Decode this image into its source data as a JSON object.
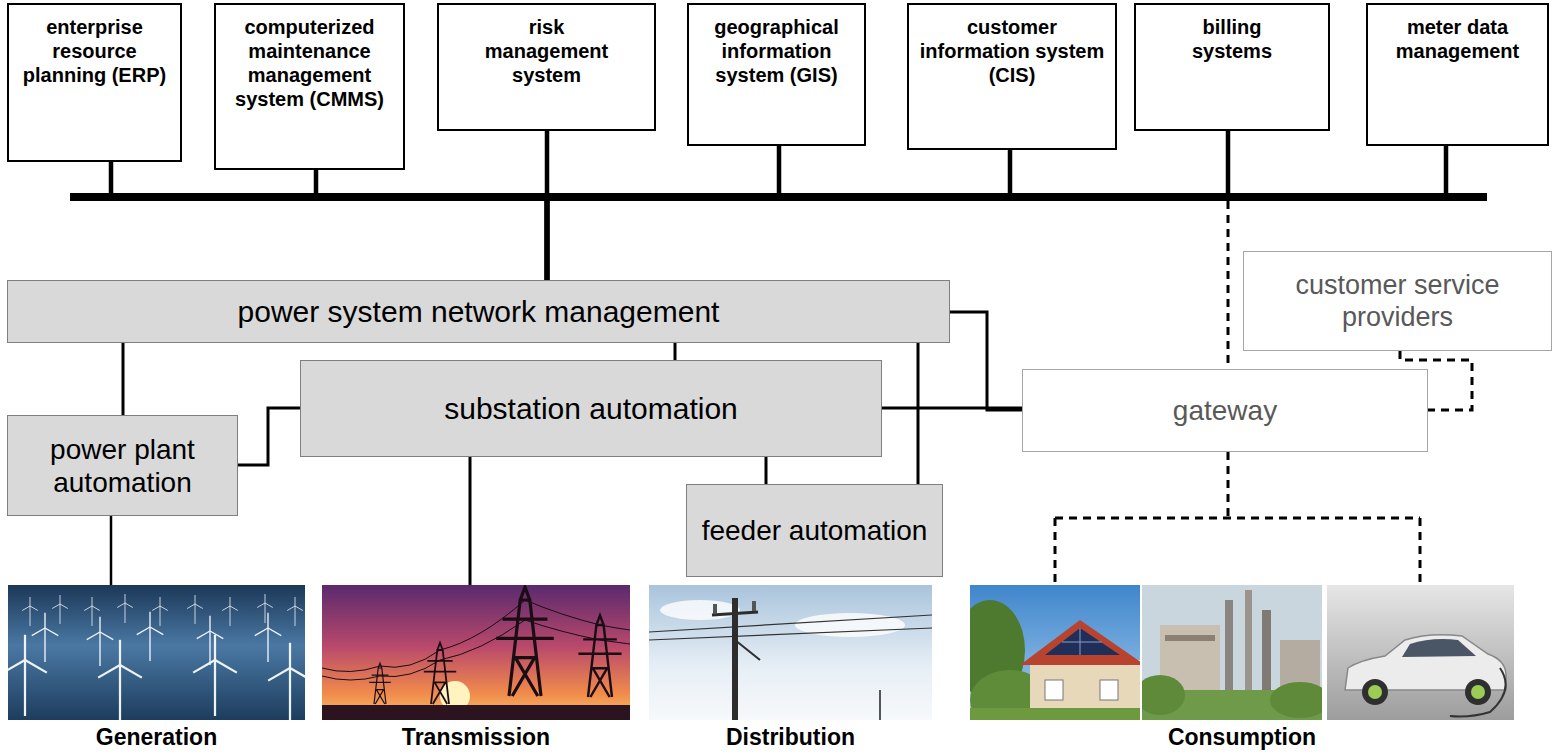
{
  "diagram": {
    "nodes": [
      {
        "text": [
          "enterprise resource planning (ERP)"
        ]
      },
      {
        "text": [
          "computerized maintenance management system (CMMS)"
        ]
      },
      {
        "text": [
          "risk management system"
        ]
      },
      {
        "text": [
          "geographical information system (GIS)"
        ]
      },
      {
        "text": [
          "customer information system (CIS)"
        ]
      },
      {
        "text": [
          "billing systems"
        ]
      },
      {
        "text": [
          "meter data management"
        ]
      },
      {
        "text": [
          "power system network management"
        ]
      },
      {
        "text": [
          "customer service providers"
        ]
      },
      {
        "text": [
          "substation automation"
        ]
      },
      {
        "text": [
          "power plant automation"
        ]
      },
      {
        "text": [
          "gateway"
        ]
      },
      {
        "text": [
          "feeder automation"
        ]
      }
    ],
    "edges": [
      {
        "from": 0,
        "to": 7,
        "arrow": "none"
      },
      {
        "from": 1,
        "to": 7,
        "arrow": "none"
      },
      {
        "from": 2,
        "to": 7,
        "arrow": "none"
      },
      {
        "from": 3,
        "to": 7,
        "arrow": "none"
      },
      {
        "from": 4,
        "to": 7,
        "arrow": "none"
      },
      {
        "from": 5,
        "to": 7,
        "arrow": "none"
      },
      {
        "from": 6,
        "to": 7,
        "arrow": "none"
      },
      {
        "from": 5,
        "to": 11,
        "arrow": "none"
      },
      {
        "from": 7,
        "to": 10,
        "arrow": "none"
      },
      {
        "from": 7,
        "to": 9,
        "arrow": "none"
      },
      {
        "from": 7,
        "to": 12,
        "arrow": "none"
      },
      {
        "from": 7,
        "to": 11,
        "arrow": "none"
      },
      {
        "from": 9,
        "to": 10,
        "arrow": "none"
      },
      {
        "from": 9,
        "to": 11,
        "arrow": "none"
      },
      {
        "from": 9,
        "to": 12,
        "arrow": "none"
      },
      {
        "from": 8,
        "to": 11,
        "arrow": "none"
      }
    ],
    "labels": [
      "Generation",
      "Transmission",
      "Distribution",
      "Consumption"
    ]
  }
}
